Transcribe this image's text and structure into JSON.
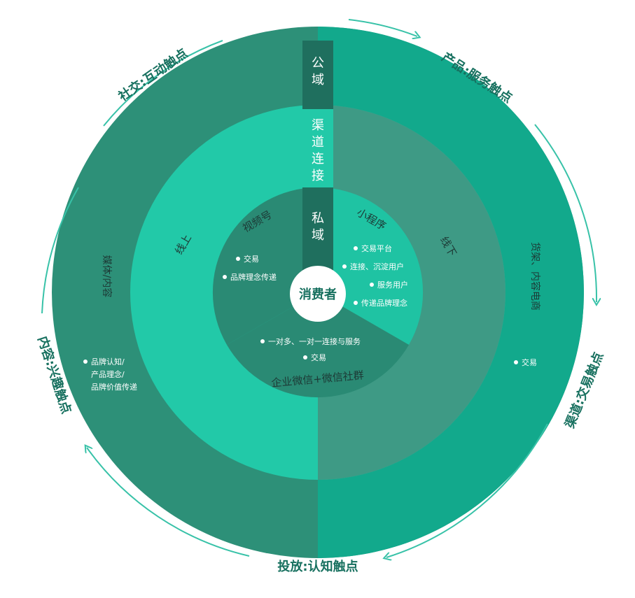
{
  "colors": {
    "outer_dark": "#2d9078",
    "outer_bright": "#12a98c",
    "middle_dark": "#3e9a85",
    "middle_bright": "#22c9a8",
    "inner_left": "#2a8a74",
    "inner_right": "#1fc3a3",
    "inner_bottom": "#2a8a74",
    "band": "#1f6f5e",
    "arrow": "#38c2a8",
    "text_dark": "#17705f"
  },
  "center": {
    "label": "消费者"
  },
  "band": {
    "outer": "公域",
    "middle": "渠道连接",
    "inner": "私域"
  },
  "rings": {
    "outer_left": {
      "label": "媒体/内容",
      "bullets": [
        "品牌认知/",
        "产品理念/",
        "品牌价值传递"
      ]
    },
    "outer_right": {
      "label": "货架、内容电商",
      "bullets": [
        "交易"
      ]
    },
    "middle_left": {
      "label": "线上"
    },
    "middle_right": {
      "label": "线下"
    },
    "inner_left": {
      "label": "视频号",
      "bullets": [
        "交易",
        "品牌理念传递"
      ]
    },
    "inner_right": {
      "label": "小程序",
      "bullets": [
        "交易平台",
        "连接、沉淀用户",
        "服务用户",
        "传递品牌理念"
      ]
    },
    "inner_bottom": {
      "label": "企业微信+微信社群",
      "bullets": [
        "一对多、一对一连接与服务",
        "交易"
      ]
    }
  },
  "touchpoints": {
    "top_left": "社交:互动触点",
    "top_right": "产品:服务触点",
    "right": "渠道:交易触点",
    "bottom": "投放:认知触点",
    "left": "内容:兴趣触点"
  }
}
